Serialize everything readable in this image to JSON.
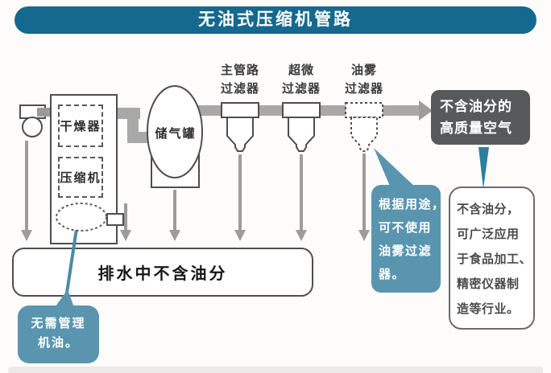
{
  "title": "无油式压缩机管路",
  "unit": {
    "dryer_label": "干燥器",
    "compressor_label": "压缩机"
  },
  "tank_label": "储气罐",
  "filters": [
    {
      "id": "main-line-filter",
      "lines": [
        "主管路",
        "过滤器"
      ]
    },
    {
      "id": "ultra-fine-filter",
      "lines": [
        "超微",
        "过滤器"
      ]
    },
    {
      "id": "oil-mist-filter",
      "lines": [
        "油雾",
        "过滤器"
      ]
    }
  ],
  "drain_label": "排水中不含油分",
  "clean_air_box": {
    "lines": [
      "不含油分的",
      "高质量空气"
    ]
  },
  "callouts": {
    "no_oil_management": {
      "lines": [
        "无需管理",
        "机油。"
      ]
    },
    "mist_filter_optional": {
      "lines": [
        "根据用途，",
        "可不使用",
        "油雾过滤",
        "器。"
      ]
    },
    "applications": {
      "lines": [
        "不含油分，",
        "可广泛应用",
        "于食品加工、",
        "精密仪器制",
        "造等行业。"
      ]
    }
  },
  "colors": {
    "title_bg": "#15688e",
    "callout_bg": "#5a95af",
    "clean_air_bg": "#58595b",
    "pipe": "#a8a8a8",
    "arrow": "#9c9c9c",
    "outline": "#4e4e50",
    "teal_accent": "#2e7e9e"
  }
}
